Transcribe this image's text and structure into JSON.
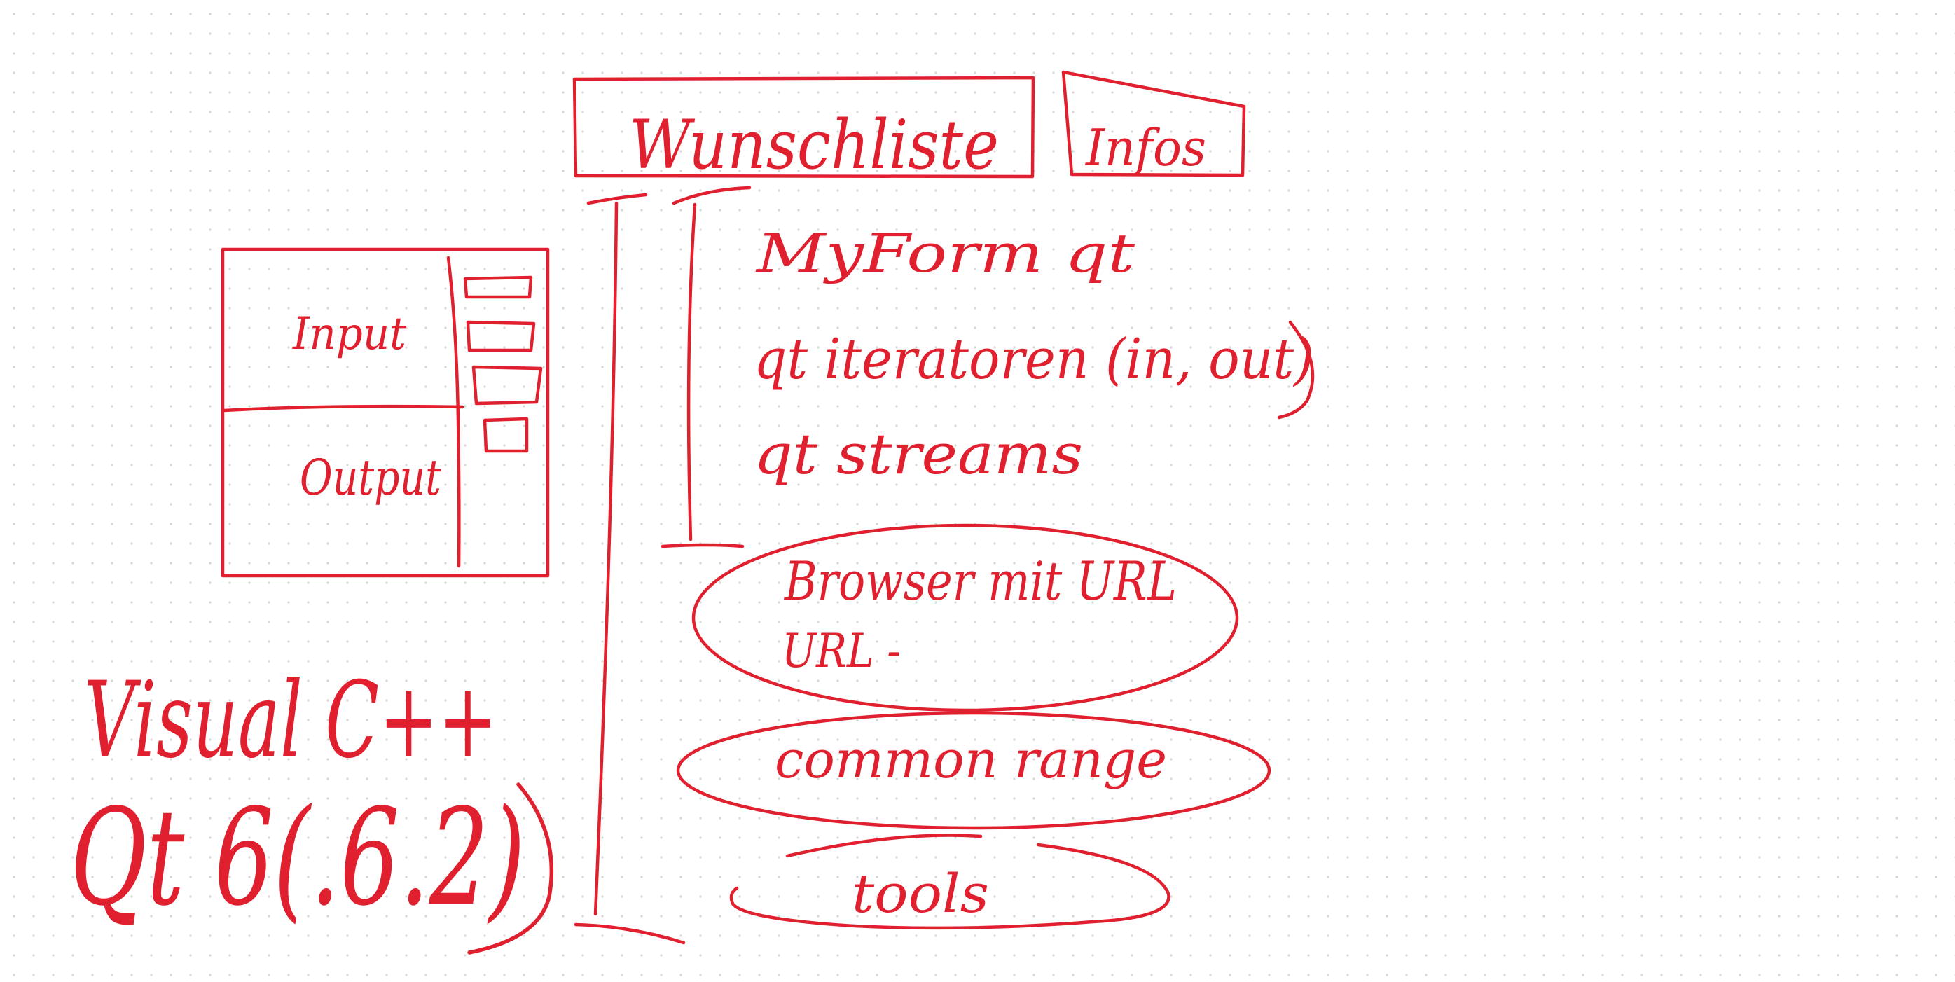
{
  "sketch": {
    "tabs": {
      "active": "Wunschliste",
      "second": "Infos"
    },
    "wireframe": {
      "input_label": "Input",
      "output_label": "Output"
    },
    "tool_title": {
      "line1": "Visual C++",
      "line2": "Qt 6(.6.2)"
    },
    "wishlist": {
      "items": [
        "MyForm  qt",
        "qt  iteratoren (in, out)",
        "qt  streams"
      ],
      "browser": {
        "line1": "Browser mit URL",
        "line2": "URL -"
      },
      "common": "common  range",
      "tools": "tools"
    },
    "ink_color": "#e0202e"
  }
}
